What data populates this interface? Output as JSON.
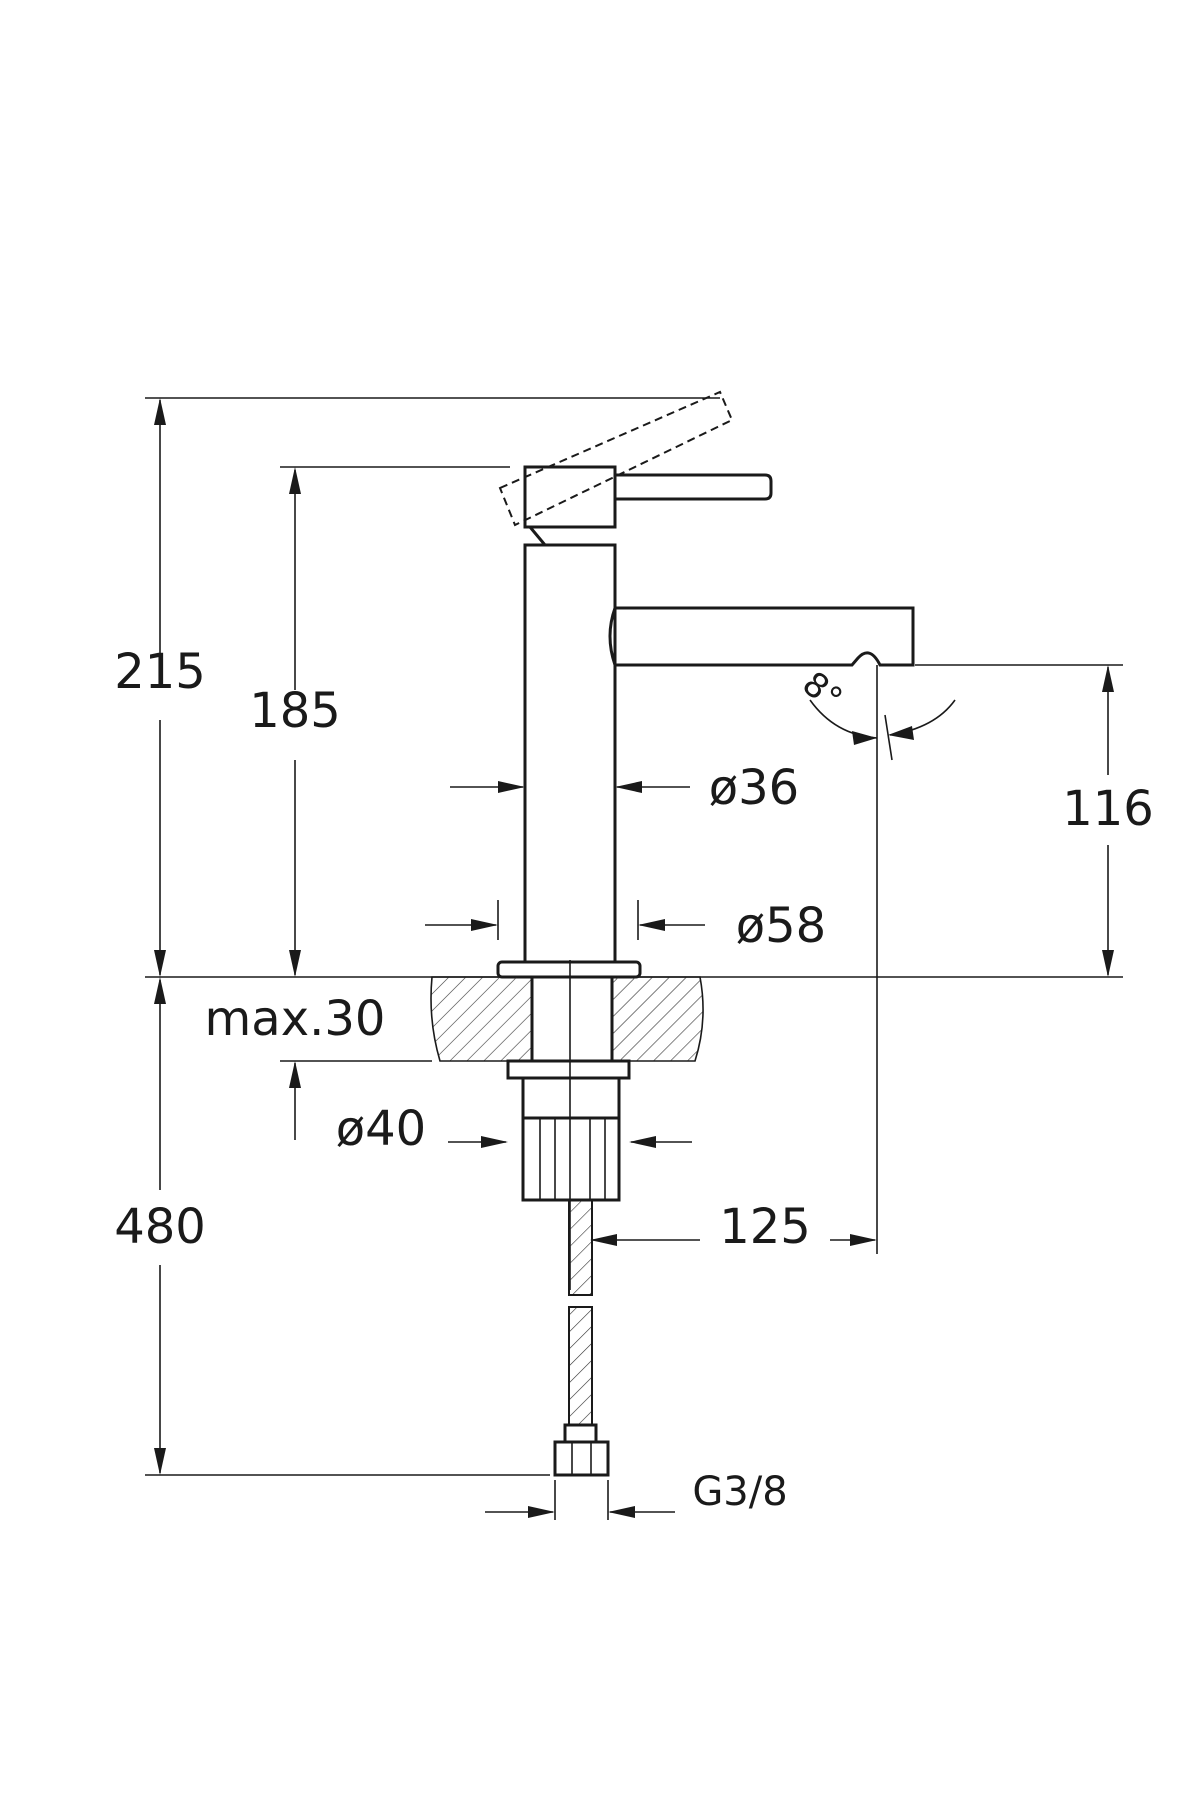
{
  "drawing": {
    "title": "Basin mixer technical drawing",
    "dimensions": {
      "total_height": "215",
      "body_height": "185",
      "spout_height": "116",
      "body_diameter": "ø36",
      "flange_diameter": "ø58",
      "max_counter_thickness": "max.30",
      "nut_diameter": "ø40",
      "spout_reach": "125",
      "hose_length": "480",
      "connection_thread": "G3/8",
      "spout_angle": "8°"
    },
    "colors": {
      "line": "#1a1a1a",
      "background": "#ffffff"
    }
  }
}
